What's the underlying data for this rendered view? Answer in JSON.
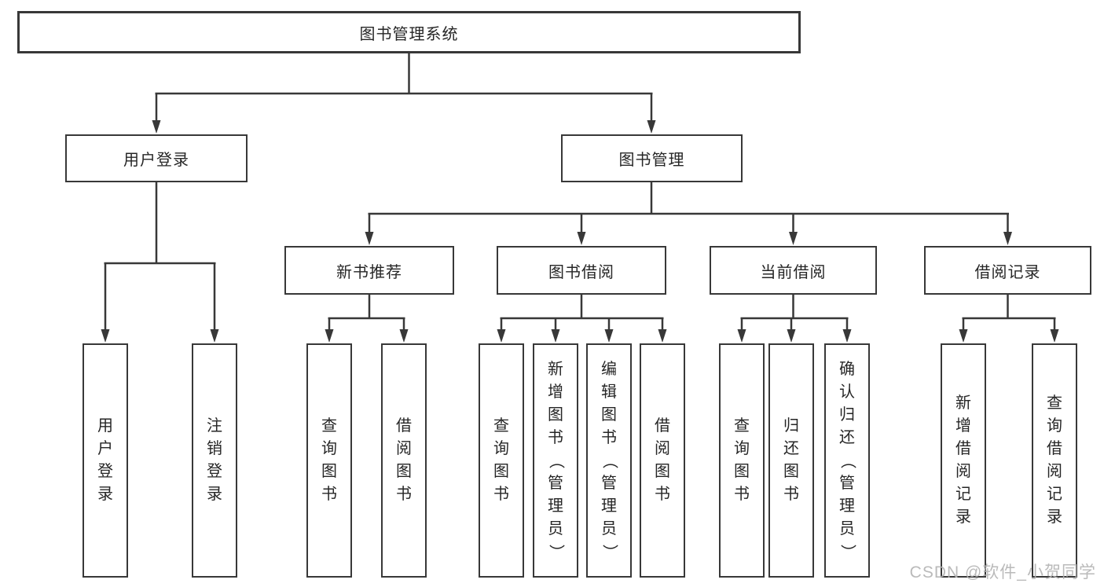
{
  "diagram": {
    "root": {
      "label": "图书管理系统"
    },
    "children": [
      {
        "label": "用户登录",
        "leaves": [
          "用户登录",
          "注销登录"
        ]
      },
      {
        "label": "图书管理",
        "children": [
          {
            "label": "新书推荐",
            "leaves": [
              "查询图书",
              "借阅图书"
            ]
          },
          {
            "label": "图书借阅",
            "leaves": [
              "查询图书",
              "新增图书（管理员）",
              "编辑图书（管理员）",
              "借阅图书"
            ]
          },
          {
            "label": "当前借阅",
            "leaves": [
              "查询图书",
              "归还图书",
              "确认归还（管理员）"
            ]
          },
          {
            "label": "借阅记录",
            "leaves": [
              "新增借阅记录",
              "查询借阅记录"
            ]
          }
        ]
      }
    ]
  },
  "watermark": {
    "text": "CSDN @软件_小贺同学"
  },
  "colors": {
    "line": "#383838",
    "box_border": "#383838",
    "text": "#262626",
    "background": "#ffffff",
    "watermark": "#b2b2b2"
  }
}
